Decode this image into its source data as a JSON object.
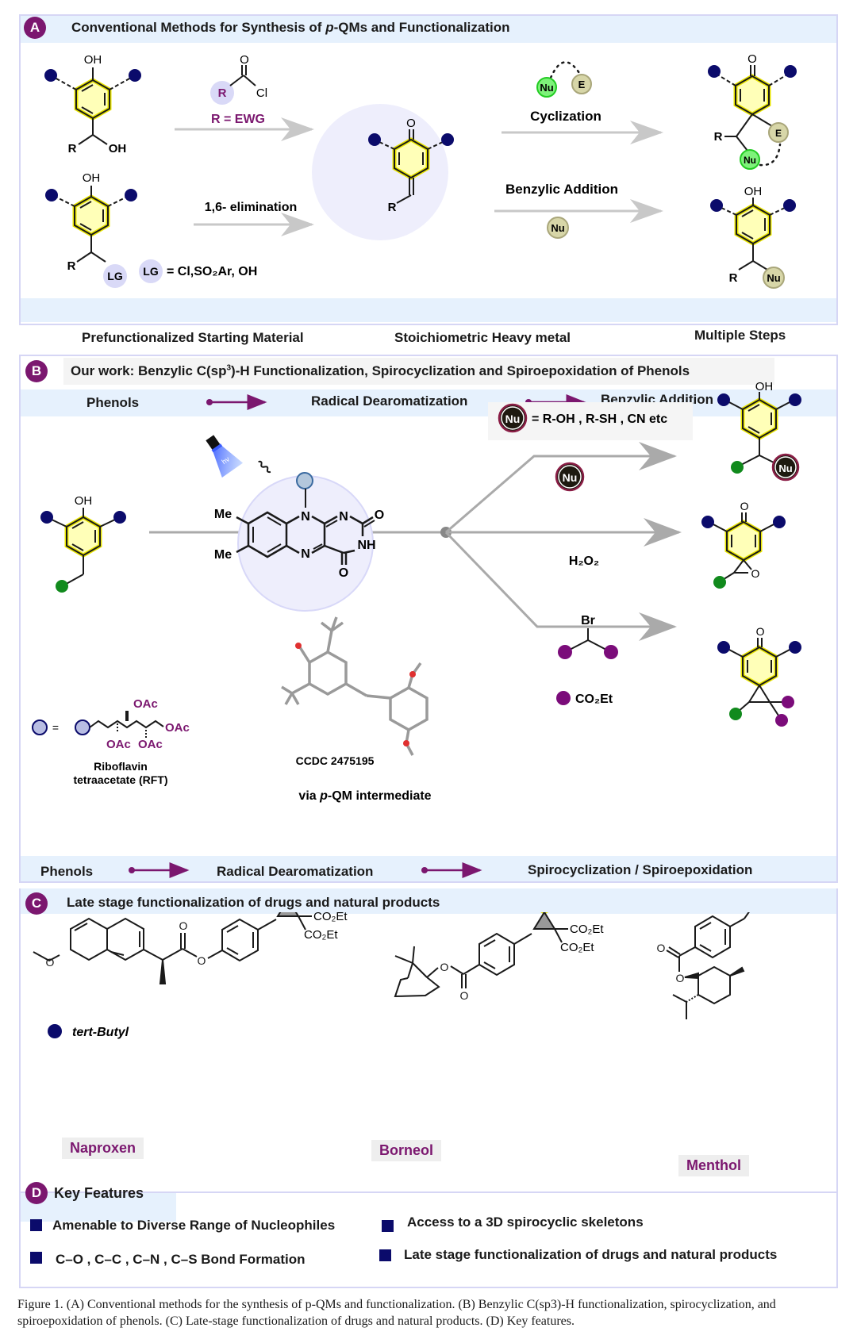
{
  "panel_a": {
    "badge": "A",
    "title": "Conventional Methods for Synthesis of p-QMs and Functionalization",
    "title_pre": "Conventional Methods for Synthesis of ",
    "title_italic": "p",
    "title_post": "-QMs and Functionalization",
    "reagent_r_label": "R",
    "reagent_cl_label": "Cl",
    "reagent_o_label": "O",
    "r_ewg": "R = EWG",
    "elimination": "1,6- elimination",
    "lg_definition": "= Cl,SO₂Ar, OH",
    "lg": "LG",
    "cyclization": "Cyclization",
    "benzylic_addition": "Benzylic Addition",
    "nu": "Nu",
    "e": "E",
    "r": "R",
    "oh": "OH",
    "o": "O",
    "drawbacks": [
      "Prefunctionalized Starting Material",
      "Stoichiometric Heavy metal",
      "Multiple Steps"
    ]
  },
  "panel_b": {
    "badge": "B",
    "title_pre": "Our work: Benzylic C(sp",
    "title_sup": "3",
    "title_post": ")-H Functionalization, Spirocyclization and Spiroepoxidation  of Phenols",
    "flow_top": [
      "Phenols",
      "Radical Dearomatization",
      "Benzylic Addition"
    ],
    "flow_bottom": [
      "Phenols",
      "Radical Dearomatization",
      "Spirocyclization / Spiroepoxidation"
    ],
    "nu_definition": "= R-OH , R-SH , CN  etc",
    "nu": "Nu",
    "h2o2": "H₂O₂",
    "br": "Br",
    "co2et_legend": "CO₂Et",
    "me": "Me",
    "n": "N",
    "nh": "NH",
    "o": "O",
    "oh": "OH",
    "hv": "hv",
    "oac": "OAc",
    "rft_line1": "Riboflavin",
    "rft_line2": "tetraacetate (RFT)",
    "ccdc": "CCDC 2475195",
    "via_pre": "via ",
    "via_italic": "p",
    "via_post": "-QM intermediate"
  },
  "panel_c": {
    "badge": "C",
    "title": "Late stage functionalization of drugs and natural products",
    "legend_label": "tert-Butyl",
    "co2et": "CO₂Et",
    "o": "O",
    "products": [
      "Naproxen",
      "Borneol",
      "Menthol"
    ]
  },
  "panel_d": {
    "badge": "D",
    "title": "Key Features",
    "features": [
      "Amenable to Diverse Range of Nucleophiles",
      "Access to a 3D spirocyclic skeletons",
      "C–O , C–C , C–N , C–S Bond Formation",
      "Late stage functionalization of drugs and natural products"
    ]
  },
  "caption": {
    "label": "Figure 1.",
    "text": " (A) Conventional methods for the synthesis of p-QMs and functionalization. (B) Benzylic C(sp3)-H functionalization, spirocyclization, and spiroepoxidation of phenols. (C) Late-stage functionalization of drugs and natural products. (D) Key features."
  },
  "colors": {
    "accent_purple": "#7b176f",
    "tbutyl_navy": "#0b0b6b",
    "ring_yellow": "#ffffb8",
    "ring_stroke_yellow": "#f4f000",
    "band_blue": "#e6f1fd",
    "green": "#118a1d",
    "circle_lavender": "#eeeefc",
    "arrow_gray": "#c8c8c8"
  }
}
